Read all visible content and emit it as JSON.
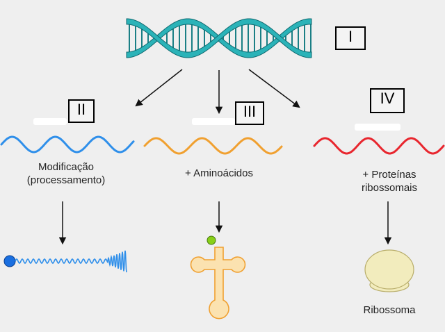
{
  "labels": {
    "dna": "I",
    "mrna": "II",
    "trna": "III",
    "rrna": "IV"
  },
  "captions": {
    "mrna_line1": "Modificação",
    "mrna_line2": "(processamento)",
    "trna": "+ Aminoácidos",
    "rrna_line1": "+ Proteínas",
    "rrna_line2": "ribossomais",
    "ribosome": "Ribossoma"
  },
  "colors": {
    "dna_strand": "#2bb3b8",
    "dna_rungs": "#1a7f85",
    "mrna": "#2f8fea",
    "trna": "#f0a030",
    "rrna": "#e8262e",
    "cap": "#1a6fe0",
    "amino_acid": "#88d018",
    "trna_body": "#fbe2b0",
    "ribosome": "#f2ecbd"
  },
  "icons": [
    "dna-double-helix",
    "mrna-wave",
    "trna-wave",
    "rrna-wave",
    "processed-mrna",
    "trna-cloverleaf",
    "ribosome-shape"
  ]
}
